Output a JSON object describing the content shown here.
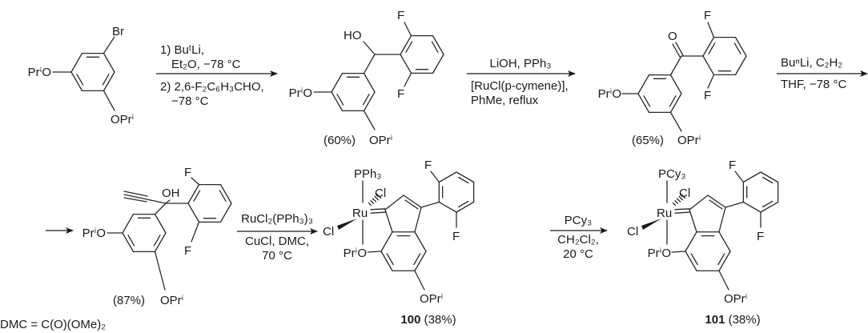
{
  "scheme": {
    "m1": {
      "br": "Br",
      "ipro_left": "PrⁱO",
      "ipro_bottom": "OPrⁱ"
    },
    "step1": {
      "line1": "1) BuᵗLi,",
      "line2": "Et₂O, −78 °C",
      "line3": "2) 2,6-F₂C₆H₃CHO,",
      "line4": "−78 °C"
    },
    "m2": {
      "ho": "HO",
      "f_top": "F",
      "f_bottom": "F",
      "ipro_left": "PrⁱO",
      "ipro_bottom": "OPrⁱ",
      "yield": "(60%)"
    },
    "step2": {
      "line1": "LiOH, PPh₃",
      "line2": "[RuCl(p-cymene)],",
      "line3": "PhMe, reflux"
    },
    "m3": {
      "o": "O",
      "f_top": "F",
      "f_bottom": "F",
      "ipro_left": "PrⁱO",
      "ipro_bottom": "OPrⁱ",
      "yield": "(65%)"
    },
    "step3": {
      "line1": "BuⁿLi, C₂H₂",
      "line2": "THF, −78 °C"
    },
    "m4": {
      "oh": "OH",
      "f_top": "F",
      "f_bottom": "F",
      "ipro_left": "PrⁱO",
      "ipro_bottom": "OPrⁱ",
      "yield": "(87%)"
    },
    "step4": {
      "line1": "RuCl₂(PPh₃)₃",
      "line2": "CuCl, DMC,",
      "line3": "70 °C"
    },
    "c100": {
      "ligand": "PPh₃",
      "cl_top": "Cl",
      "ru": "Ru",
      "cl_left": "Cl",
      "ipro_left": "PrⁱO",
      "ipro_bottom": "OPrⁱ",
      "f_top": "F",
      "f_bottom": "F",
      "number": "100",
      "yield": "(38%)"
    },
    "step5": {
      "line1": "PCy₃",
      "line2": "CH₂Cl₂,",
      "line3": "20 °C"
    },
    "c101": {
      "ligand": "PCy₃",
      "cl_top": "Cl",
      "ru": "Ru",
      "cl_left": "Cl",
      "ipro_left": "PrⁱO",
      "ipro_bottom": "OPrⁱ",
      "f_top": "F",
      "f_bottom": "F",
      "number": "101",
      "yield": "(38%)"
    },
    "footnote": "DMC = C(O)(OMe)₂"
  }
}
